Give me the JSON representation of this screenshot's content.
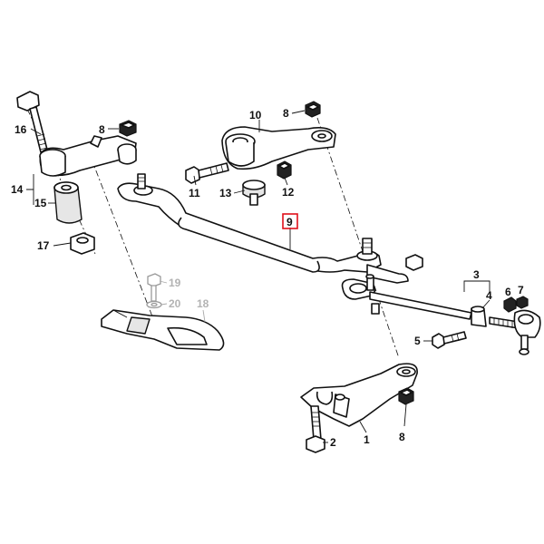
{
  "diagram": {
    "highlight_color": "#e0101a",
    "highlighted_part": "9",
    "labels": {
      "p1": "1",
      "p2": "2",
      "p3": "3",
      "p4": "4",
      "p5": "5",
      "p6": "6",
      "p7": "7",
      "p8a": "8",
      "p8b": "8",
      "p8c": "8",
      "p9": "9",
      "p10": "10",
      "p11": "11",
      "p12": "12",
      "p13": "13",
      "p14": "14",
      "p15": "15",
      "p16": "16",
      "p17": "17",
      "p18": "18",
      "p19": "19",
      "p20": "20"
    }
  }
}
